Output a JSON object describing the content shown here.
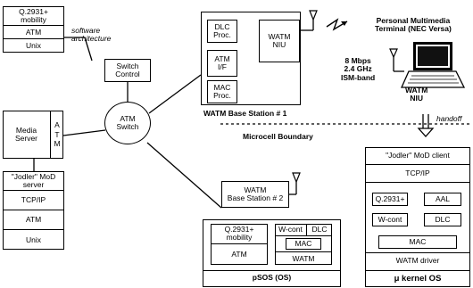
{
  "stack_top": {
    "row1": "Q.2931+\nmobility",
    "row2": "ATM",
    "row3": "Unix"
  },
  "software_arch_label": "software\narchitecture",
  "switch_control": "Switch\nControl",
  "atm_switch": "ATM\nSwitch",
  "media_server": {
    "label": "Media\nServer",
    "letters": "A\nT\nM"
  },
  "server_stack": {
    "row1": "\"Jodler\" MoD\nserver",
    "row2": "TCP/IP",
    "row3": "ATM",
    "row4": "Unix"
  },
  "base_station_1": {
    "dlc": "DLC\nProc.",
    "atm_if": "ATM\nI/F",
    "mac": "MAC\nProc.",
    "niu": "WATM\nNIU",
    "caption": "WATM Base Station # 1"
  },
  "base_station_2": "WATM\nBase Station # 2",
  "radio_label": "8 Mbps\n2.4 GHz\nISM-band",
  "terminal_label": "Personal Multimedia\nTerminal (NEC Versa)",
  "watm_niu_label": "WATM\nNIU",
  "handoff_label": "handoff",
  "microcell_label": "Microcell Boundary",
  "psos": {
    "q2931": "Q.2931+\nmobility",
    "atm": "ATM",
    "wcont": "W-cont",
    "dlc": "DLC",
    "mac": "MAC",
    "watm": "WATM",
    "os": "pSOS (OS)"
  },
  "client": {
    "title": "\"Jodler\" MoD client",
    "tcpip": "TCP/IP",
    "q2931": "Q.2931+",
    "aal": "AAL",
    "wcont": "W-cont",
    "dlc": "DLC",
    "mac": "MAC",
    "driver": "WATM driver",
    "os": "μ kernel OS"
  }
}
